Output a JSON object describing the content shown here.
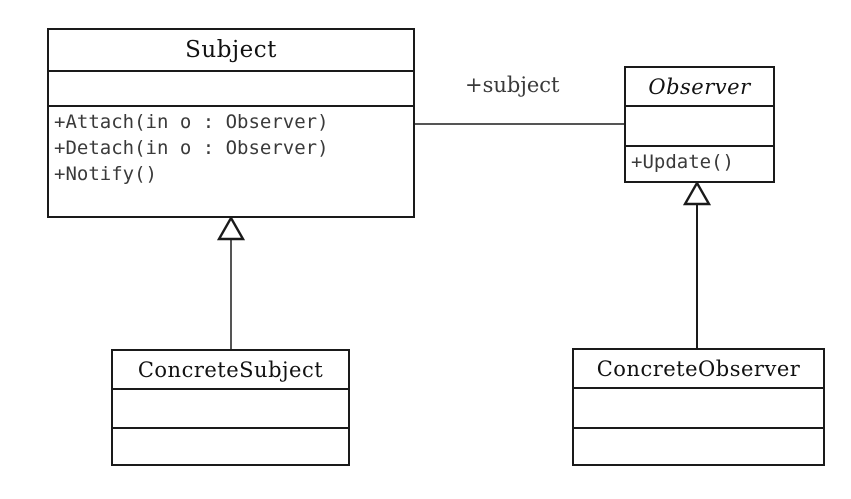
{
  "diagram": {
    "kind": "uml-class-diagram",
    "pattern_name": "Observer",
    "background_color": "#ffffff",
    "line_color": "#1a1a1a",
    "text_color": "#333333"
  },
  "classes": {
    "subject": {
      "name": "Subject",
      "abstract": false,
      "attributes": [],
      "operations": [
        "+Attach(in o : Observer)",
        "+Detach(in o : Observer)",
        "+Notify()"
      ]
    },
    "observer": {
      "name": "Observer",
      "abstract": true,
      "attributes": [],
      "operations": [
        "+Update()"
      ]
    },
    "concrete_subject": {
      "name": "ConcreteSubject",
      "abstract": false,
      "attributes": [],
      "operations": []
    },
    "concrete_observer": {
      "name": "ConcreteObserver",
      "abstract": false,
      "attributes": [],
      "operations": []
    }
  },
  "relationships": {
    "association_subject_observer": {
      "type": "association",
      "from": "Subject",
      "to": "Observer",
      "role_label": "+subject"
    },
    "generalization_concrete_subject": {
      "type": "generalization",
      "from": "ConcreteSubject",
      "to": "Subject"
    },
    "generalization_concrete_observer": {
      "type": "generalization",
      "from": "ConcreteObserver",
      "to": "Observer"
    }
  }
}
